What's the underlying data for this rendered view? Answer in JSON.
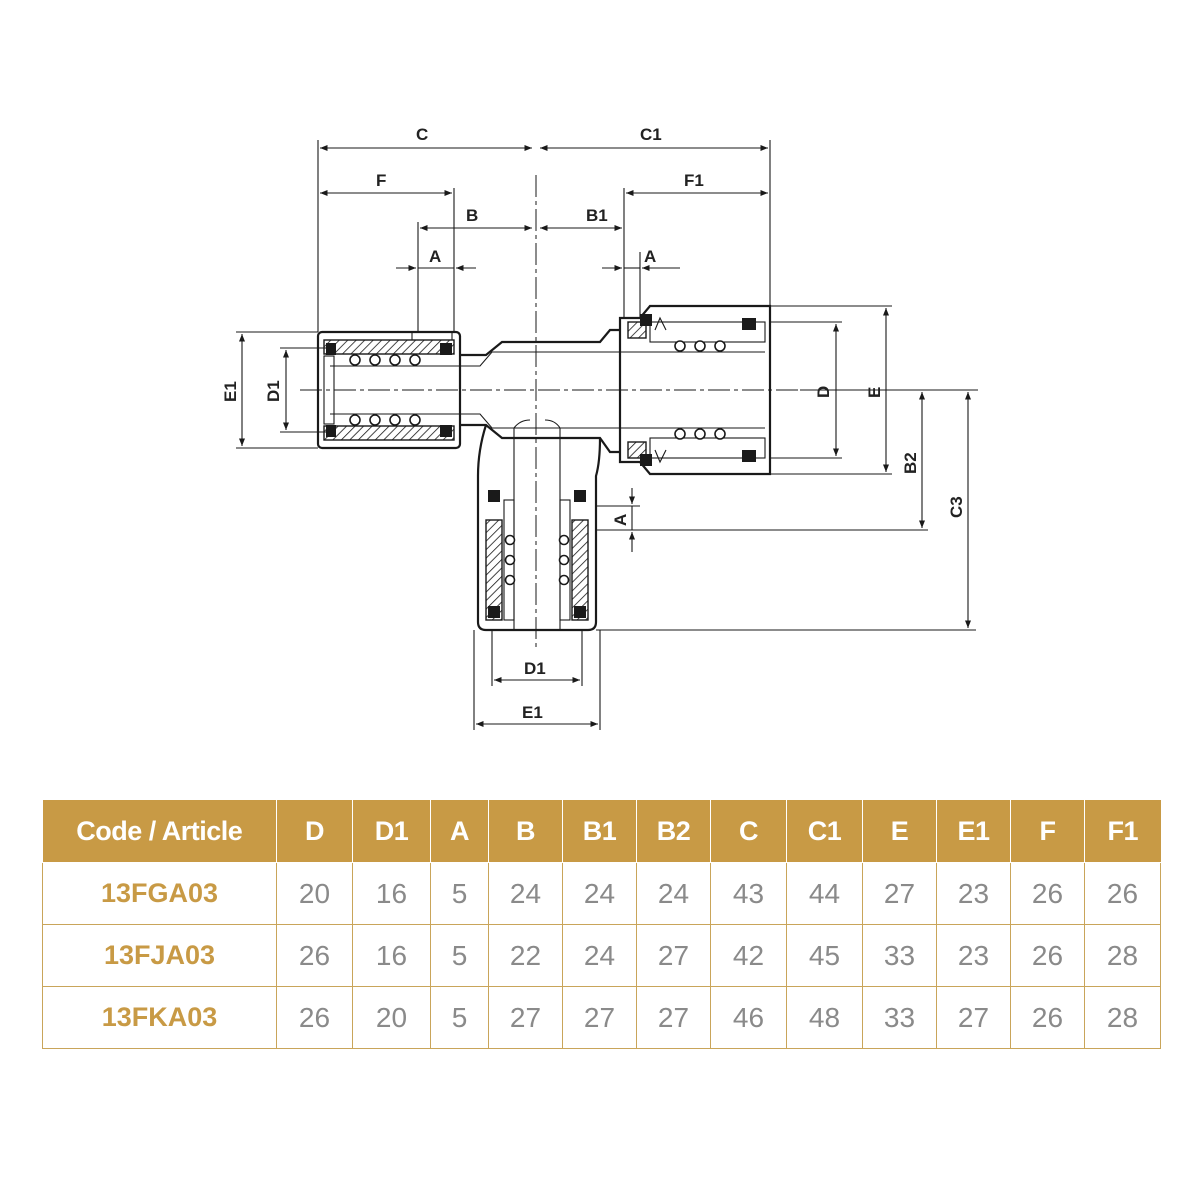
{
  "drawing": {
    "labels": {
      "c": "C",
      "c1": "C1",
      "f": "F",
      "f1": "F1",
      "b": "B",
      "b1": "B1",
      "a_left": "A",
      "a_right": "A",
      "a_bottom": "A",
      "e1_left": "E1",
      "d1_left": "D1",
      "d": "D",
      "e": "E",
      "b2": "B2",
      "c3": "C3",
      "d1_bottom": "D1",
      "e1_bottom": "E1"
    }
  },
  "table": {
    "headers": [
      "Code / Article",
      "D",
      "D1",
      "A",
      "B",
      "B1",
      "B2",
      "C",
      "C1",
      "E",
      "E1",
      "F",
      "F1"
    ],
    "rows": [
      [
        "13FGA03",
        "20",
        "16",
        "5",
        "24",
        "24",
        "24",
        "43",
        "44",
        "27",
        "23",
        "26",
        "26"
      ],
      [
        "13FJA03",
        "26",
        "16",
        "5",
        "22",
        "24",
        "27",
        "42",
        "45",
        "33",
        "23",
        "26",
        "28"
      ],
      [
        "13FKA03",
        "26",
        "20",
        "5",
        "27",
        "27",
        "27",
        "46",
        "48",
        "33",
        "27",
        "26",
        "28"
      ]
    ]
  },
  "colors": {
    "header_bg": "#c89a45",
    "code_text": "#c89a45",
    "value_text": "#8a8a8a",
    "line": "#1a1a1a"
  }
}
